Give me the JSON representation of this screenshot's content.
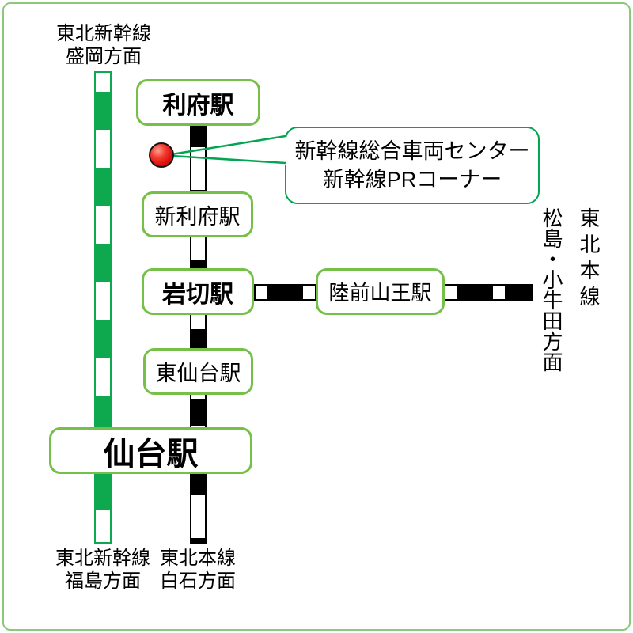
{
  "map": {
    "direction_labels": {
      "shinkansen_north": {
        "line": "東北新幹線",
        "direction": "盛岡方面"
      },
      "shinkansen_south": {
        "line": "東北新幹線",
        "direction": "福島方面"
      },
      "local_south": {
        "line": "東北本線",
        "direction": "白石方面"
      },
      "local_east": {
        "line": "東北本線",
        "direction": "松島・小牛田方面"
      }
    },
    "stations": {
      "rifu": {
        "name": "利府駅"
      },
      "shin_rifu": {
        "name": "新利府駅"
      },
      "iwakiri": {
        "name": "岩切駅"
      },
      "rikuzen_sanno": {
        "name": "陸前山王駅"
      },
      "higashi_sendai": {
        "name": "東仙台駅"
      },
      "sendai": {
        "name": "仙台駅"
      }
    },
    "poi_callout": {
      "line1": "新幹線総合車両センター",
      "line2": "新幹線PRコーナー"
    },
    "colors": {
      "shinkansen_green": "#0ea84e",
      "local_line_black": "#000000",
      "station_border_green": "#76c04a",
      "callout_border_green": "#00a651",
      "outer_border_green": "#8cc87a",
      "marker_red": "#dd1111"
    }
  }
}
